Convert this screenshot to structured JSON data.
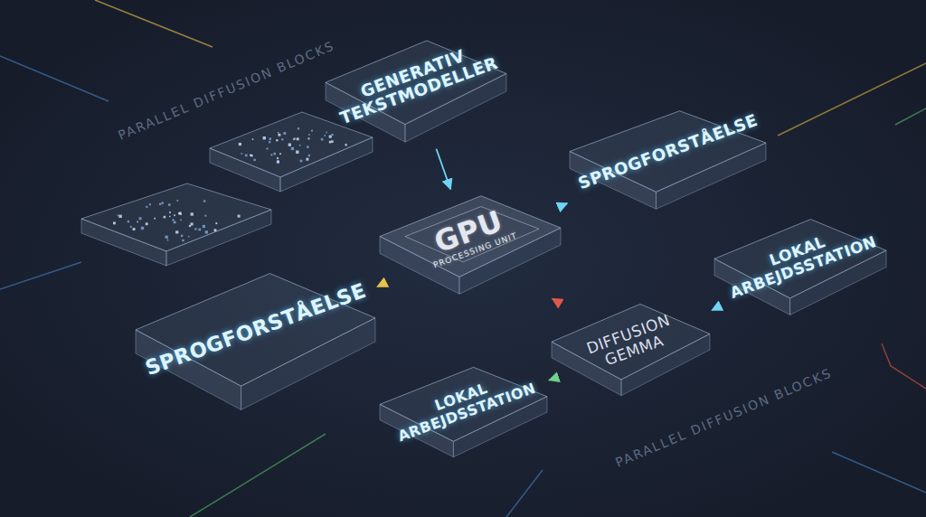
{
  "diagram": {
    "nodes": [
      {
        "text": [
          "GENERATIV TEKSTMODELLER"
        ]
      },
      {
        "text": [
          "SPROGFORSTÅELSE"
        ]
      },
      {
        "text": [
          "GPU",
          "PROCESSING UNIT"
        ]
      },
      {
        "text": [
          "LOKAL ARBEJDSSTATION"
        ]
      },
      {
        "text": [
          "SPROGFORSTÅELSE"
        ]
      },
      {
        "text": [
          "DIFFUSION GEMMA"
        ]
      },
      {
        "text": [
          "LOKAL ARBEJDSSTATION"
        ]
      }
    ],
    "edges": [
      {
        "from": 0,
        "to": 2,
        "arrow": "to"
      },
      {
        "from": 2,
        "to": 1,
        "arrow": "to"
      },
      {
        "from": 4,
        "to": 2,
        "arrow": "to"
      },
      {
        "from": 2,
        "to": 5,
        "arrow": "to"
      },
      {
        "from": 5,
        "to": 3,
        "arrow": "to"
      },
      {
        "from": 6,
        "to": 5,
        "arrow": "to"
      }
    ],
    "labels": [
      "PARALLEL DIFFUSION BLOCKS",
      "PARALLEL DIFFUSION BLOCKS"
    ]
  }
}
